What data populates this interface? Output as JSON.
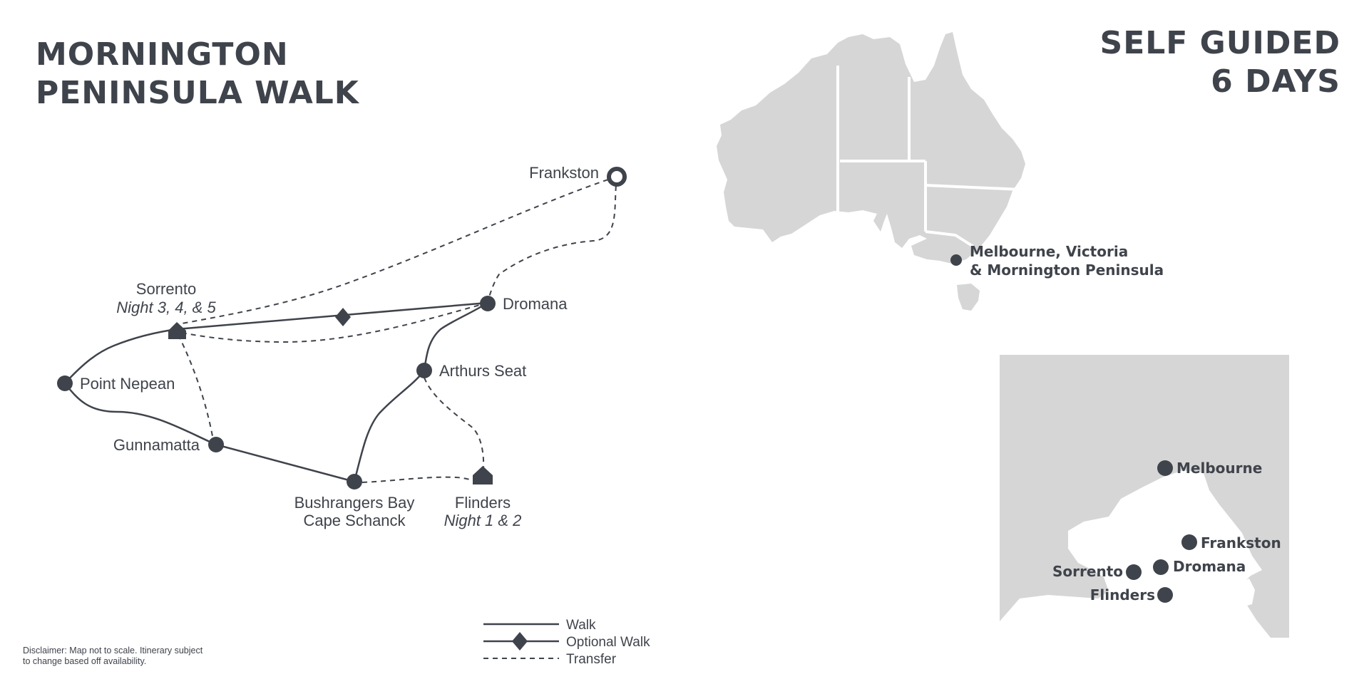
{
  "title": {
    "line1": "MORNINGTON",
    "line2": "PENINSULA WALK"
  },
  "subtitle": {
    "line1": "SELF GUIDED",
    "line2": "6 DAYS"
  },
  "route_map": {
    "places": {
      "frankston": "Frankston",
      "sorrento": "Sorrento",
      "sorrento_note": "Night 3, 4, & 5",
      "dromana": "Dromana",
      "point_nepean": "Point Nepean",
      "arthurs_seat": "Arthurs Seat",
      "gunnamatta": "Gunnamatta",
      "bushrangers_1": "Bushrangers Bay",
      "bushrangers_2": "Cape Schanck",
      "flinders": "Flinders",
      "flinders_note": "Night 1 & 2"
    },
    "icons": [
      "start-ring-icon",
      "house-icon",
      "diamond-icon",
      "dot-icon"
    ]
  },
  "australia_map": {
    "location_line1": "Melbourne, Victoria",
    "location_line2": "& Mornington Peninsula"
  },
  "inset_map": {
    "melbourne": "Melbourne",
    "frankston": "Frankston",
    "dromana": "Dromana",
    "sorrento": "Sorrento",
    "flinders": "Flinders"
  },
  "legend": {
    "walk": "Walk",
    "optional_walk": "Optional Walk",
    "transfer": "Transfer"
  },
  "disclaimer": {
    "line1": "Disclaimer: Map not to scale. Itinerary subject",
    "line2": "to change based off availability."
  },
  "colors": {
    "ink": "#3f434b",
    "land": "#d6d6d6",
    "background": "#ffffff"
  }
}
